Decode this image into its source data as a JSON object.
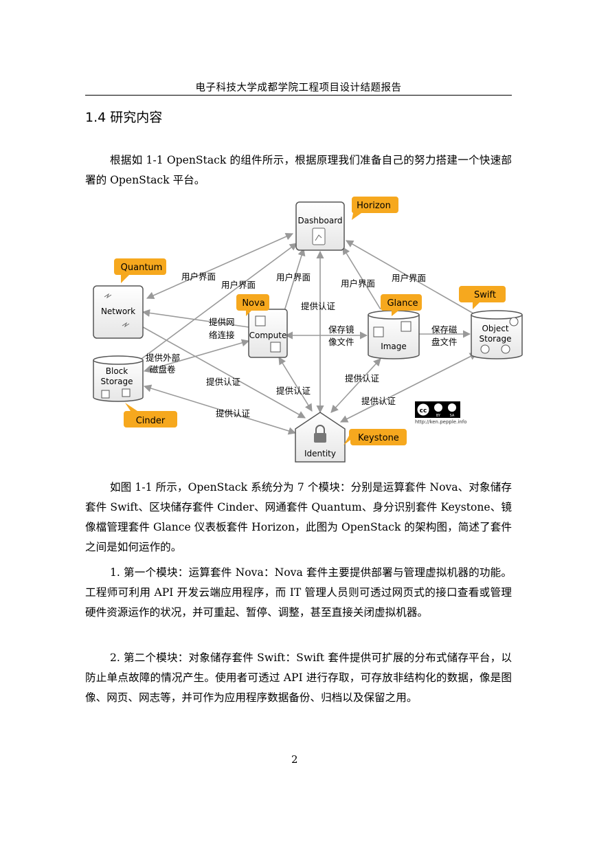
{
  "header": {
    "title": "电子科技大学成都学院工程项目设计结题报告"
  },
  "section": {
    "number_title": "1.4  研究内容"
  },
  "paragraphs": {
    "intro": "根据如 1-1 OpenStack 的组件所示，根据原理我们准备自己的努力搭建一个快速部署的 OpenStack 平台。",
    "overview": "如图 1-1 所示，OpenStack 系统分为 7 个模块：分别是运算套件 Nova、对象储存套件 Swift、区块储存套件 Cinder、网通套件 Quantum、身分识别套件 Keystone、镜像檔管理套件 Glance 仪表板套件 Horizon，此图为 OpenStack 的架构图，简述了套件之间是如何运作的。",
    "module1": "1. 第一个模块：运算套件 Nova：Nova 套件主要提供部署与管理虚拟机器的功能。工程师可利用 API 开发云端应用程序，而 IT 管理人员则可透过网页式的接口查看或管理硬件资源运作的状况，并可重起、暂停、调整，甚至直接关闭虚拟机器。",
    "module2": "2. 第二个模块：对象储存套件 Swift：Swift 套件提供可扩展的分布式储存平台，以防止单点故障的情况产生。使用者可透过 API 进行存取，可存放非结构化的数据，像是图像、网页、网志等，并可作为应用程序数据备份、归档以及保留之用。"
  },
  "diagram": {
    "nodes": {
      "dashboard": "Dashboard",
      "network": "Network",
      "compute": "Compute",
      "image": "Image",
      "object_storage_1": "Object",
      "object_storage_2": "Storage",
      "block_storage_1": "Block",
      "block_storage_2": "Storage",
      "identity": "Identity"
    },
    "tags": {
      "horizon": "Horizon",
      "quantum": "Quantum",
      "nova": "Nova",
      "glance": "Glance",
      "swift": "Swift",
      "cinder": "Cinder",
      "keystone": "Keystone"
    },
    "edge_labels": {
      "ui_1": "用户界面",
      "ui_2": "用户界面",
      "ui_3": "用户界面",
      "ui_4": "用户界面",
      "ui_5": "用户界面",
      "auth_top": "提供认证",
      "network_1": "提供网",
      "network_2": "络连接",
      "save_image_1": "保存镜",
      "save_image_2": "像文件",
      "save_disk_1": "保存磁",
      "save_disk_2": "盘文件",
      "ext_volume_1": "提供外部",
      "ext_volume_2": "磁盘卷",
      "auth_left": "提供认证",
      "auth_compute": "提供认证",
      "auth_image": "提供认证",
      "auth_swift": "提供认证",
      "auth_cinder": "提供认证"
    },
    "license": {
      "badge": "cc",
      "by": "BY",
      "sa": "SA",
      "url": "http://ken.pepple.info"
    },
    "colors": {
      "tag": "#f6a81e",
      "arrow": "#999999",
      "box_border": "#555555"
    }
  },
  "footer": {
    "page_number": "2"
  }
}
